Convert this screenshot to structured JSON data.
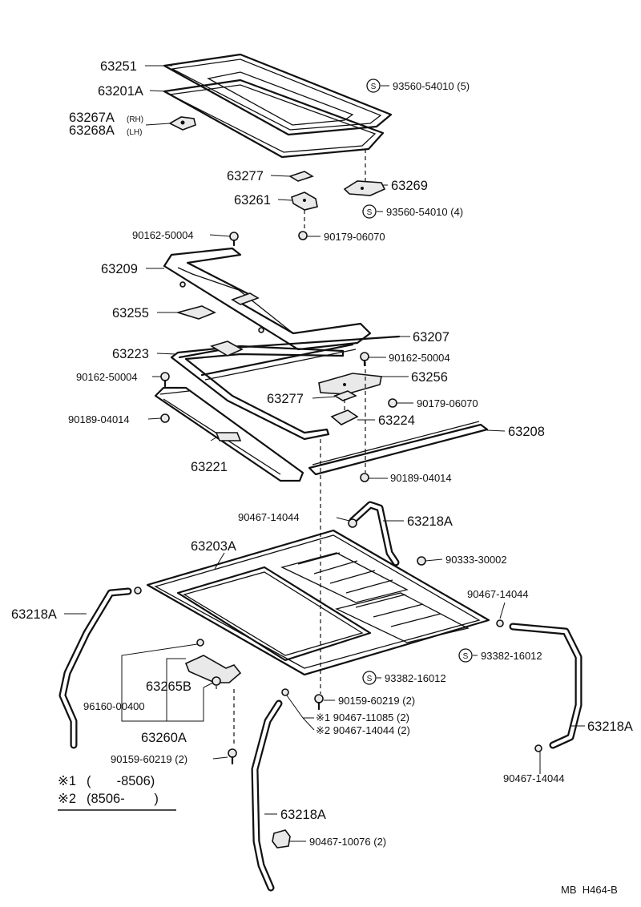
{
  "labels": {
    "p63251": "63251",
    "p63201a": "63201A",
    "p63267a": "63267A",
    "p63267a_side": "(RH)",
    "p63268a": "63268A",
    "p63268a_side": "(LH)",
    "s1": "S",
    "p93560_a": "93560-54010 (5)",
    "p63277_top": "63277",
    "p63269": "63269",
    "p63261": "63261",
    "s2": "S",
    "p93560_b": "93560-54010 (4)",
    "p90162_top": "90162-50004",
    "p90179_top": "90179-06070",
    "p63209": "63209",
    "p63255": "63255",
    "p63207": "63207",
    "p63223": "63223",
    "p90162_right": "90162-50004",
    "p90162_left": "90162-50004",
    "p63256": "63256",
    "p63277_mid": "63277",
    "p90179_mid": "90179-06070",
    "p90189_left": "90189-04014",
    "p63224": "63224",
    "p63208": "63208",
    "p63221": "63221",
    "p90189_right": "90189-04014",
    "p90467_top": "90467-14044",
    "p63218a_top": "63218A",
    "p63203a": "63203A",
    "p90333": "90333-30002",
    "p63218a_left": "63218A",
    "p90467_right": "90467-14044",
    "s3": "S",
    "p93382_right": "93382-16012",
    "s4": "S",
    "p93382_bottom": "93382-16012",
    "p63265b": "63265B",
    "p96160": "96160-00400",
    "p90159_center": "90159-60219 (2)",
    "note1_ref": "※1 90467-11085 (2)",
    "note2_ref": "※2 90467-14044 (2)",
    "p63260a": "63260A",
    "p63218a_right": "63218A",
    "p90159_left": "90159-60219 (2)",
    "p90467_bottom": "90467-14044",
    "p63218a_bottom": "63218A",
    "p90467_10076": "90467-10076 (2)"
  },
  "legend": {
    "note1_mark": "※1",
    "note1_range": "(       -8506)",
    "note2_mark": "※2",
    "note2_range": "(8506-        )"
  },
  "footer": {
    "code": "MB  H464-B"
  },
  "colors": {
    "ink": "#111111",
    "paper": "#ffffff"
  }
}
